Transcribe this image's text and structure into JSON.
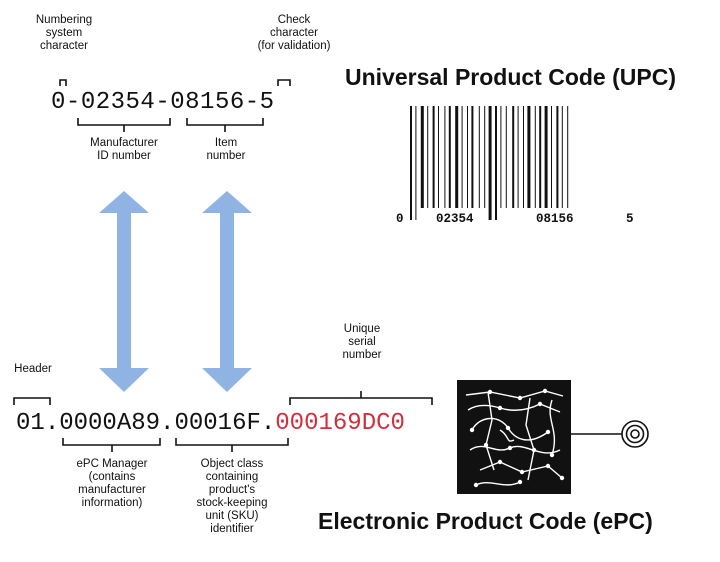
{
  "upc": {
    "title": "Universal Product Code (UPC)",
    "code": {
      "system": "0",
      "manufacturer": "02354",
      "item": "08156",
      "check": "5"
    },
    "labels": {
      "numbering_system": "Numbering\nsystem\ncharacter",
      "check_char": "Check\ncharacter\n(for validation)",
      "manufacturer_id": "Manufacturer\nID number",
      "item_number": "Item\nnumber"
    },
    "barcode_digits": {
      "left": "0",
      "group1": "02354",
      "group2": "08156",
      "right": "5"
    }
  },
  "epc": {
    "title": "Electronic Product Code (ePC)",
    "code": {
      "header": "01",
      "manager": "0000A89",
      "object_class": "00016F",
      "serial": "000169DC0"
    },
    "labels": {
      "header": "Header",
      "serial": "Unique\nserial\nnumber",
      "manager": "ePC Manager\n(contains\nmanufacturer\ninformation)",
      "object_class": "Object class\ncontaining\nproduct's\nstock-keeping\nunit (SKU)\nidentifier"
    }
  },
  "colors": {
    "arrow": "#8fb4e3",
    "serial_text": "#d0303c",
    "chip_bg": "#111111"
  }
}
